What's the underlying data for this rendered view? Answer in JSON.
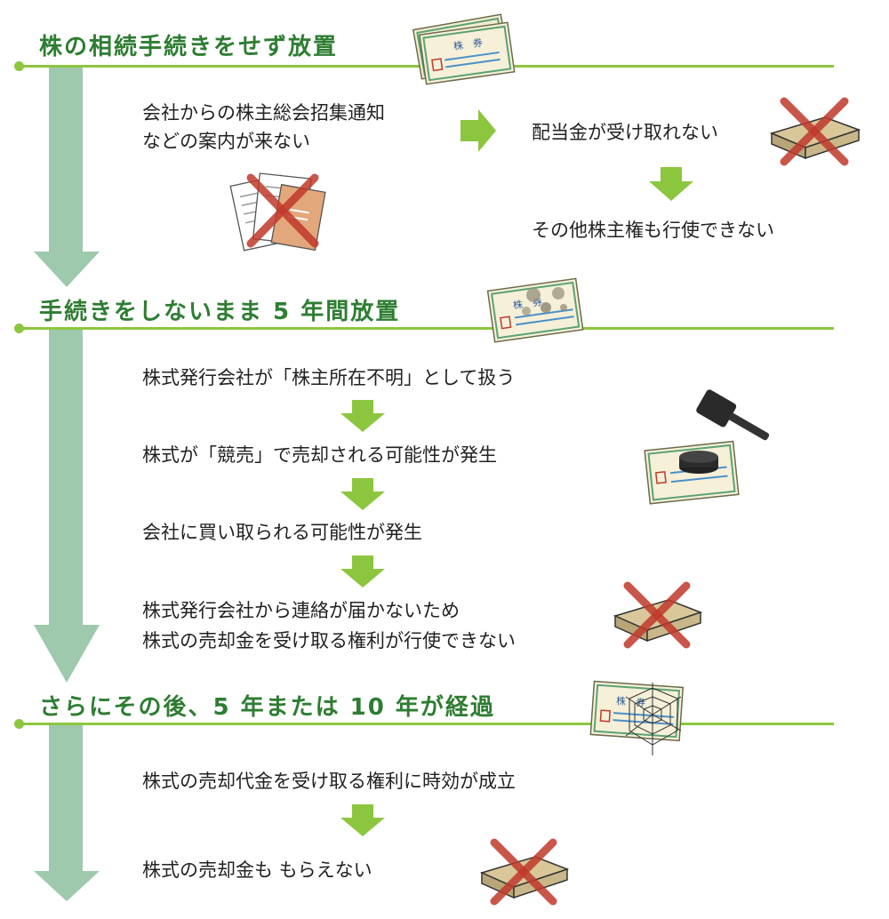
{
  "colors": {
    "heading": "#2e7d32",
    "rule": "#8cc63f",
    "timeline_arrow": "#9ec9ad",
    "step_arrow": "#8cc63f",
    "cross": "#c0392b"
  },
  "sections": [
    {
      "heading": "株の相続手続きをせず放置",
      "lines": {
        "notice_1": "会社からの株主総会招集通知",
        "notice_2": "などの案内が来ない",
        "dividend": "配当金が受け取れない",
        "other_rights": "その他株主権も行使できない"
      },
      "certificate_label": "株　券"
    },
    {
      "heading": "手続きをしないまま 5 年間放置",
      "steps": [
        "株式発行会社が「株主所在不明」として扱う",
        "株式が「競売」で売却される可能性が発生",
        "会社に買い取られる可能性が発生"
      ],
      "final_1": "株式発行会社から連絡が届かないため",
      "final_2": "株式の売却金を受け取る権利が行使できない",
      "certificate_label": "株　券"
    },
    {
      "heading": "さらにその後、5 年または 10 年が経過",
      "step_1": "株式の売却代金を受け取る権利に時効が成立",
      "step_2": "株式の売却金も もらえない",
      "certificate_label": "株　券"
    }
  ],
  "icons": [
    "stock-certificate-icon",
    "crossed-out-money-icon",
    "crossed-out-documents-icon",
    "dusty-certificate-icon",
    "auction-gavel-icon",
    "cobweb-certificate-icon"
  ]
}
